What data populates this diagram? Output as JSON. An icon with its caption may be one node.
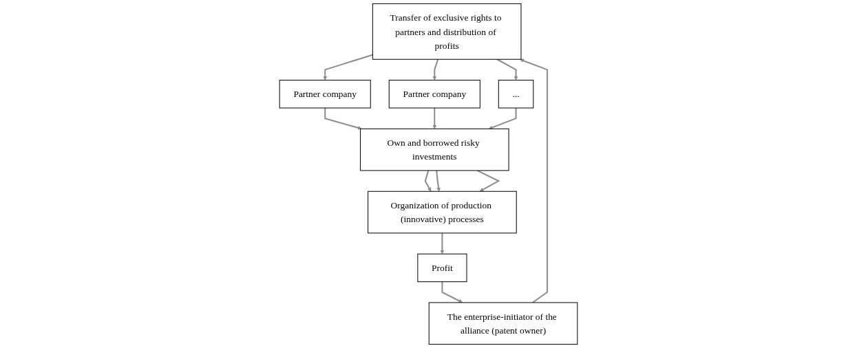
{
  "diagram": {
    "nodes": [
      {
        "text": [
          "Transfer of exclusive rights to partners and distribution of profits"
        ]
      },
      {
        "text": [
          "Partner company"
        ]
      },
      {
        "text": [
          "Partner company"
        ]
      },
      {
        "text": [
          "..."
        ]
      },
      {
        "text": [
          "Own and borrowed risky investments"
        ]
      },
      {
        "text": [
          "Organization of production (innovative) processes"
        ]
      },
      {
        "text": [
          "Profit"
        ]
      },
      {
        "text": [
          "The enterprise-initiator of the alliance (patent owner)"
        ]
      }
    ],
    "edges": [
      {
        "from": 7,
        "to": 0,
        "arrow": "to"
      },
      {
        "from": 0,
        "to": 1,
        "arrow": "to"
      },
      {
        "from": 0,
        "to": 2,
        "arrow": "to"
      },
      {
        "from": 0,
        "to": 3,
        "arrow": "to"
      },
      {
        "from": 1,
        "to": 4,
        "arrow": "to"
      },
      {
        "from": 2,
        "to": 4,
        "arrow": "to"
      },
      {
        "from": 3,
        "to": 4,
        "arrow": "to"
      },
      {
        "from": 4,
        "to": 5,
        "arrow": "to"
      },
      {
        "from": 4,
        "to": 5,
        "arrow": "to"
      },
      {
        "from": 4,
        "to": 5,
        "arrow": "to"
      },
      {
        "from": 5,
        "to": 6,
        "arrow": "to"
      },
      {
        "from": 6,
        "to": 7,
        "arrow": "to"
      }
    ]
  }
}
